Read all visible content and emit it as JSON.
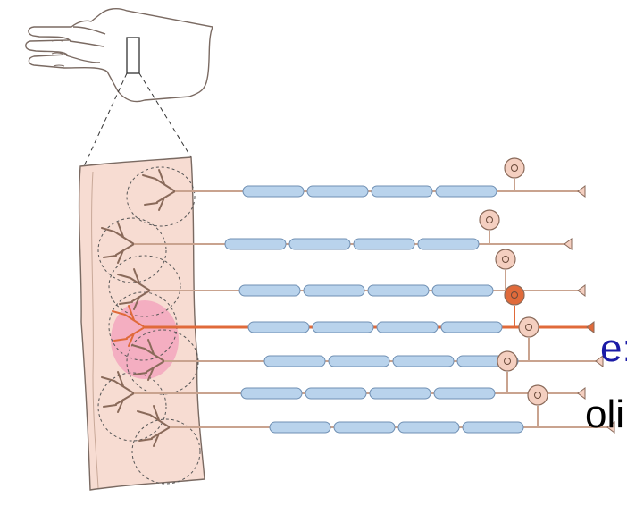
{
  "slide": {
    "heading_fragment": "e:",
    "body_fragment": "oli",
    "heading_color": "#1a1aa6",
    "body_color": "#000000"
  },
  "figure": {
    "skin_color": "#f7dcd2",
    "nerve_color": "#c9a38f",
    "myelin_color": "#b9d3ec",
    "highlight_color": "#e06a3a",
    "receptive_field_color": "#f28fb5",
    "neuron_count": 7,
    "segments_per_axon": 4,
    "highlighted_neuron": 4,
    "icons": [
      "hand-illustration",
      "skin-patch",
      "neuron-cell-body",
      "myelin-segment",
      "axon-terminal",
      "receptive-field"
    ]
  }
}
